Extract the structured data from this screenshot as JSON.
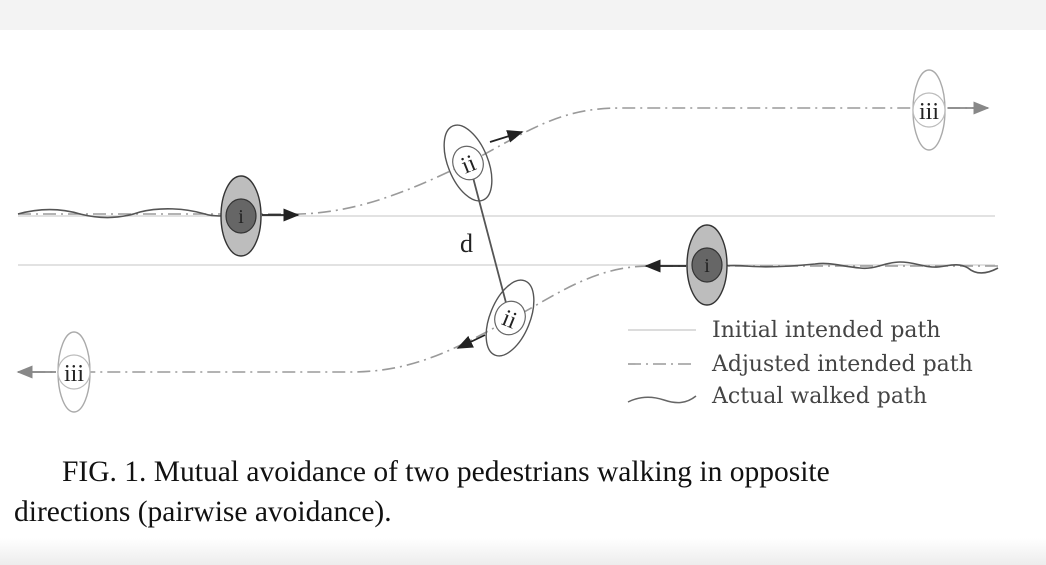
{
  "diagram": {
    "stage_labels": {
      "stage_1": "i",
      "stage_2": "ii",
      "stage_3": "iii"
    },
    "distance_label": "d",
    "legend": {
      "initial": "Initial intended path",
      "adjusted": "Adjusted intended path",
      "actual": "Actual walked path"
    },
    "colors": {
      "initial_path": "#d0d0d0",
      "adjusted_path": "#9a9a9a",
      "actual_path": "#555555",
      "pedestrian_head": "#666666",
      "pedestrian_body": "#bdbdbd",
      "outline": "#333333"
    }
  },
  "caption": {
    "line1": "FIG. 1.  Mutual avoidance of two pedestrians walking in opposite",
    "line2": "directions (pairwise  avoidance)."
  }
}
